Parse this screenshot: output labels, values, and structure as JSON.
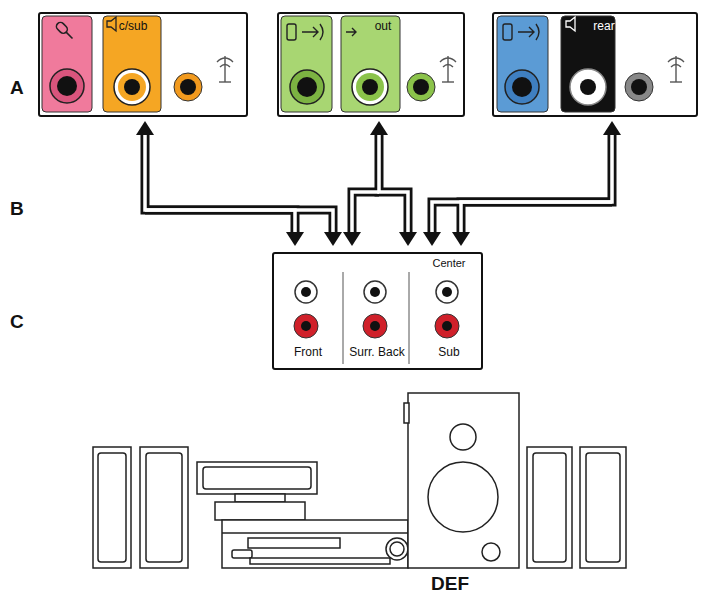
{
  "diagram": {
    "nodes": [
      {
        "text": [
          "c/sub"
        ]
      },
      {
        "text": [
          "out"
        ]
      },
      {
        "text": [
          "rear"
        ]
      },
      {
        "text": [
          "Center",
          "Front",
          "Surr. Back",
          "Sub"
        ]
      }
    ],
    "edges": [
      {
        "from": 0,
        "to": 3,
        "arrow": "both"
      },
      {
        "from": 1,
        "to": 3,
        "arrow": "both"
      },
      {
        "from": 2,
        "to": 3,
        "arrow": "both"
      }
    ],
    "labels": [
      "A",
      "B",
      "C",
      "DEF"
    ]
  }
}
